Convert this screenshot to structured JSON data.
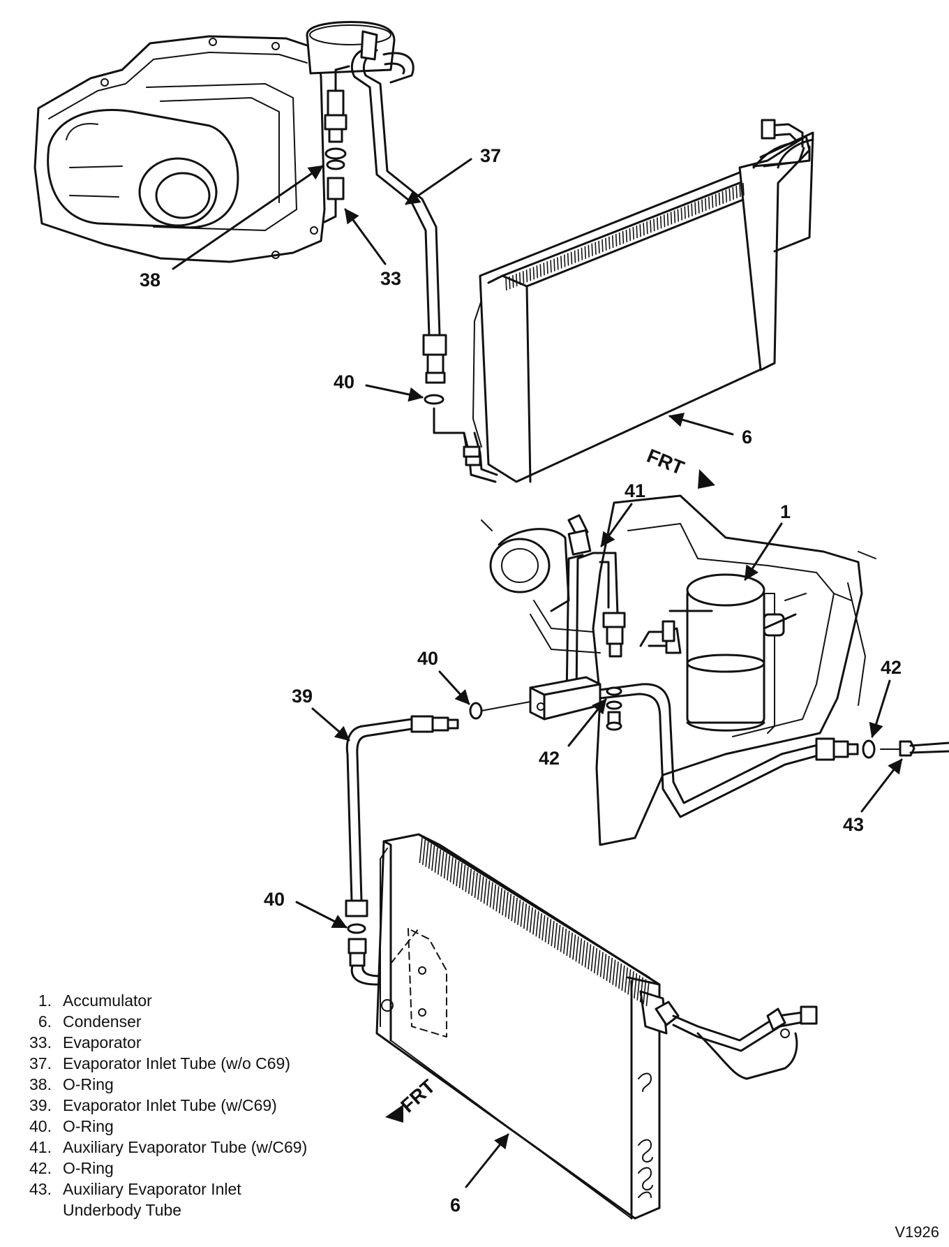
{
  "callouts": {
    "c37": "37",
    "c38": "38",
    "c33": "33",
    "c40a": "40",
    "c6a": "6",
    "c41": "41",
    "c1": "1",
    "c40b": "40",
    "c39": "39",
    "c42a": "42",
    "c42b": "42",
    "c43": "43",
    "c40c": "40",
    "c6b": "6"
  },
  "frt_labels": {
    "top": "FRT",
    "bottom": "FRT"
  },
  "legend": [
    {
      "num": "1.",
      "label": "Accumulator"
    },
    {
      "num": "6.",
      "label": "Condenser"
    },
    {
      "num": "33.",
      "label": "Evaporator"
    },
    {
      "num": "37.",
      "label": "Evaporator Inlet Tube (w/o C69)"
    },
    {
      "num": "38.",
      "label": "O-Ring"
    },
    {
      "num": "39.",
      "label": "Evaporator Inlet Tube (w/C69)"
    },
    {
      "num": "40.",
      "label": "O-Ring"
    },
    {
      "num": "41.",
      "label": "Auxiliary Evaporator Tube (w/C69)"
    },
    {
      "num": "42.",
      "label": "O-Ring"
    },
    {
      "num": "43.",
      "label": "Auxiliary Evaporator Inlet",
      "cont": "Underbody Tube"
    }
  ],
  "figure_id": "V1926"
}
